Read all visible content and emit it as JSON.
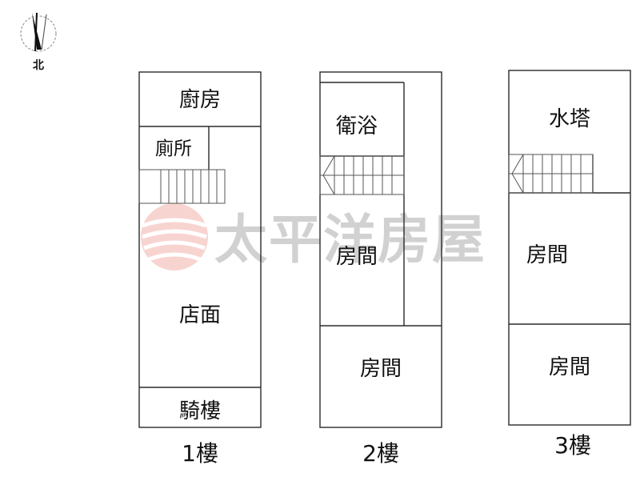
{
  "compass": {
    "label": "北",
    "icon": "north-arrow-icon"
  },
  "watermark": {
    "text": "太平洋房屋",
    "icon": "brand-logo-icon",
    "color": "#e53935"
  },
  "floors": [
    {
      "label": "1樓",
      "rooms": {
        "kitchen": "廚房",
        "toilet": "廁所",
        "shop": "店面",
        "arcade": "騎樓"
      }
    },
    {
      "label": "2樓",
      "rooms": {
        "bathroom": "衛浴",
        "room_a": "房間",
        "room_b": "房間"
      }
    },
    {
      "label": "3樓",
      "rooms": {
        "water_tower": "水塔",
        "room_a": "房間",
        "room_b": "房間"
      }
    }
  ]
}
